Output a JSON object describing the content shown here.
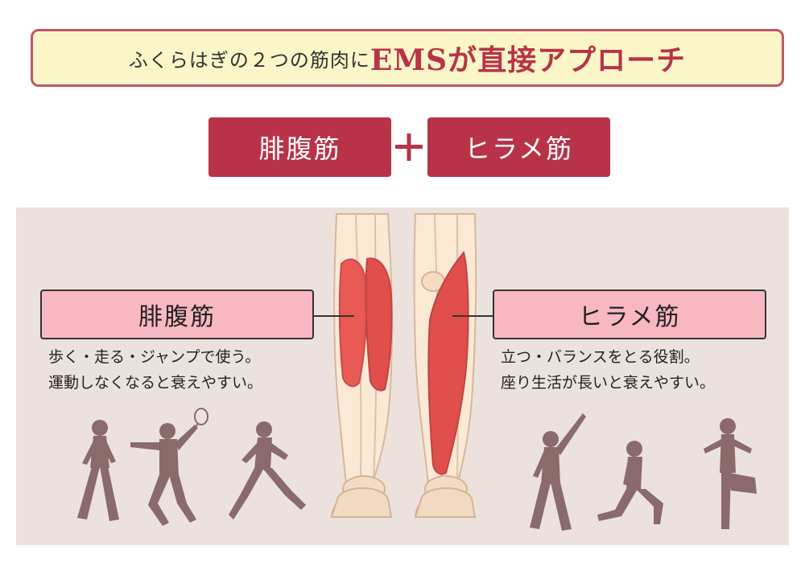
{
  "headline": {
    "lead": "ふくらはぎの２つの筋肉に",
    "accent": "EMSが直接アプローチ"
  },
  "chips": {
    "left": "腓腹筋",
    "right": "ヒラメ筋"
  },
  "left_muscle": {
    "label": "腓腹筋",
    "line1": "歩く・走る・ジャンプで使う。",
    "line2": "運動しなくなると衰えやすい。"
  },
  "right_muscle": {
    "label": "ヒラメ筋",
    "line1": "立つ・バランスをとる役割。",
    "line2": "座り生活が長いと衰えやすい。"
  },
  "colors": {
    "brand": "#b83348",
    "headline_bg": "#fbf6c8",
    "label_bg": "#f7b8c2",
    "panel_bg": "#ece2dd",
    "muscle": "#ea5a55",
    "silhouette": "#8a6a6a"
  }
}
